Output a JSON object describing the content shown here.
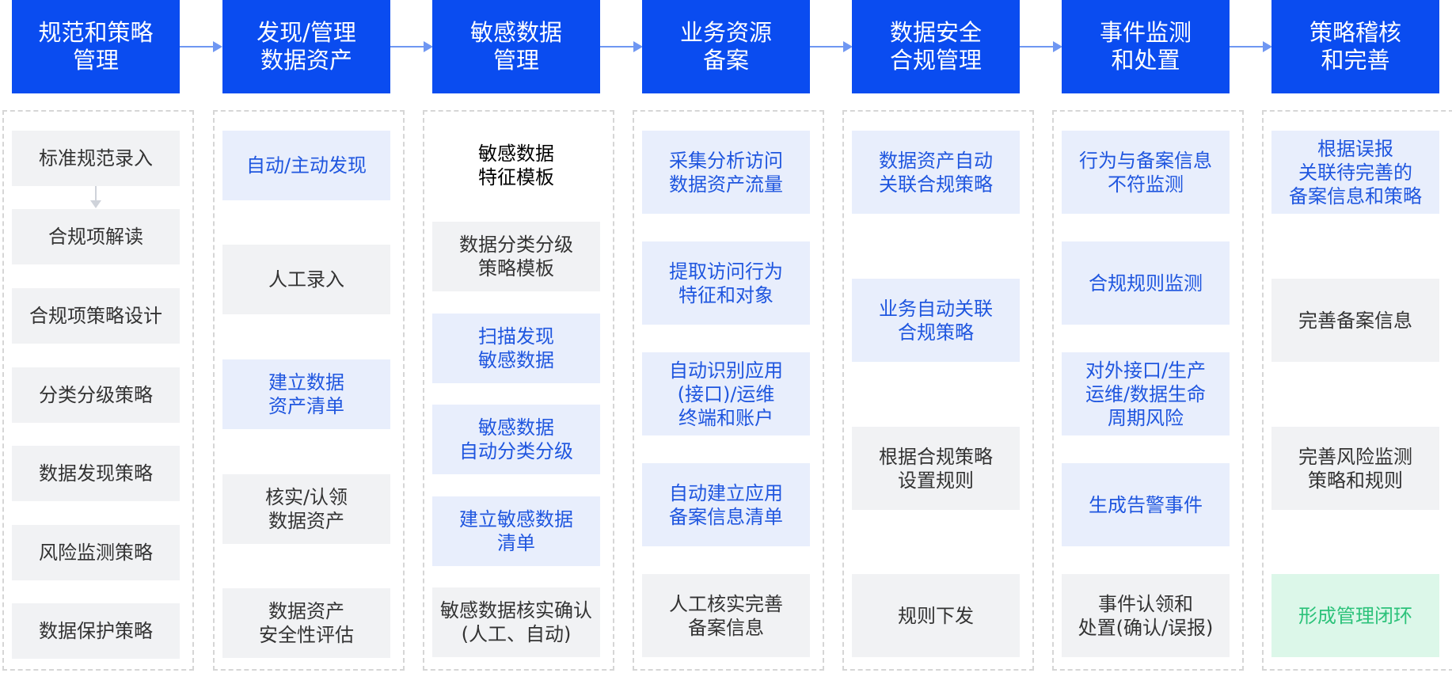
{
  "stages": [
    {
      "title": [
        "规范和策略",
        "管理"
      ],
      "items": [
        {
          "text": [
            "标准规范录入"
          ],
          "style": "gray"
        },
        {
          "text": [
            "合规项解读"
          ],
          "style": "gray"
        },
        {
          "text": [
            "合规项策略设计"
          ],
          "style": "gray"
        },
        {
          "text": [
            "分类分级策略"
          ],
          "style": "gray"
        },
        {
          "text": [
            "数据发现策略"
          ],
          "style": "gray"
        },
        {
          "text": [
            "风险监测策略"
          ],
          "style": "gray"
        },
        {
          "text": [
            "数据保护策略"
          ],
          "style": "gray"
        }
      ]
    },
    {
      "title": [
        "发现/管理",
        "数据资产"
      ],
      "items": [
        {
          "text": [
            "自动/主动发现"
          ],
          "style": "blue"
        },
        {
          "text": [
            "人工录入"
          ],
          "style": "gray"
        },
        {
          "text": [
            "建立数据",
            "资产清单"
          ],
          "style": "blue"
        },
        {
          "text": [
            "核实/认领",
            "数据资产"
          ],
          "style": "gray"
        },
        {
          "text": [
            "数据资产",
            "安全性评估"
          ],
          "style": "gray"
        }
      ]
    },
    {
      "title": [
        "敏感数据",
        "管理"
      ],
      "items": [
        {
          "text": [
            "敏感数据",
            "特征模板"
          ],
          "style": "white"
        },
        {
          "text": [
            "数据分类分级",
            "策略模板"
          ],
          "style": "gray"
        },
        {
          "text": [
            "扫描发现",
            "敏感数据"
          ],
          "style": "blue"
        },
        {
          "text": [
            "敏感数据",
            "自动分类分级"
          ],
          "style": "blue"
        },
        {
          "text": [
            "建立敏感数据",
            "清单"
          ],
          "style": "blue"
        },
        {
          "text": [
            "敏感数据核实确认",
            "(人工、自动)"
          ],
          "style": "gray"
        }
      ]
    },
    {
      "title": [
        "业务资源",
        "备案"
      ],
      "items": [
        {
          "text": [
            "采集分析访问",
            "数据资产流量"
          ],
          "style": "blue"
        },
        {
          "text": [
            "提取访问行为",
            "特征和对象"
          ],
          "style": "blue"
        },
        {
          "text": [
            "自动识别应用",
            "(接口)/运维",
            "终端和账户"
          ],
          "style": "blue"
        },
        {
          "text": [
            "自动建立应用",
            "备案信息清单"
          ],
          "style": "blue"
        },
        {
          "text": [
            "人工核实完善",
            "备案信息"
          ],
          "style": "gray"
        }
      ]
    },
    {
      "title": [
        "数据安全",
        "合规管理"
      ],
      "items": [
        {
          "text": [
            "数据资产自动",
            "关联合规策略"
          ],
          "style": "blue"
        },
        {
          "text": [
            "业务自动关联",
            "合规策略"
          ],
          "style": "blue"
        },
        {
          "text": [
            "根据合规策略",
            "设置规则"
          ],
          "style": "gray"
        },
        {
          "text": [
            "规则下发"
          ],
          "style": "gray"
        }
      ]
    },
    {
      "title": [
        "事件监测",
        "和处置"
      ],
      "items": [
        {
          "text": [
            "行为与备案信息",
            "不符监测"
          ],
          "style": "blue"
        },
        {
          "text": [
            "合规规则监测"
          ],
          "style": "blue"
        },
        {
          "text": [
            "对外接口/生产",
            "运维/数据生命",
            "周期风险"
          ],
          "style": "blue"
        },
        {
          "text": [
            "生成告警事件"
          ],
          "style": "blue"
        },
        {
          "text": [
            "事件认领和",
            "处置(确认/误报)"
          ],
          "style": "gray"
        }
      ]
    },
    {
      "title": [
        "策略稽核",
        "和完善"
      ],
      "items": [
        {
          "text": [
            "根据误报",
            "关联待完善的",
            "备案信息和策略"
          ],
          "style": "blue"
        },
        {
          "text": [
            "完善备案信息"
          ],
          "style": "gray"
        },
        {
          "text": [
            "完善风险监测",
            "策略和规则"
          ],
          "style": "gray"
        },
        {
          "text": [
            "形成管理闭环"
          ],
          "style": "green"
        }
      ]
    }
  ]
}
